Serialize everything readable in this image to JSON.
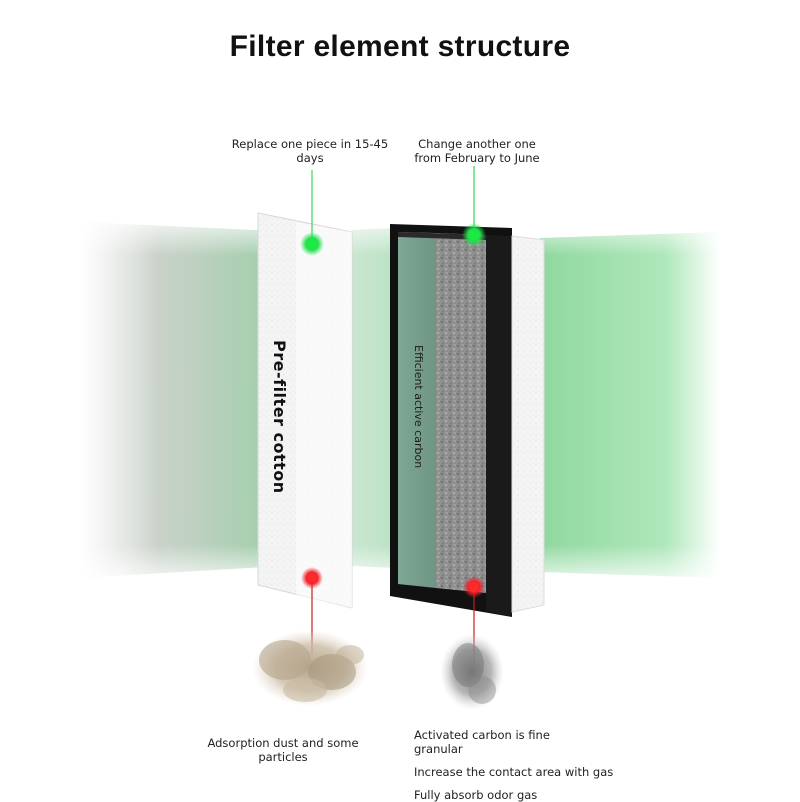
{
  "title": "Filter element structure",
  "callouts": {
    "prefilter_top": {
      "line1": "Replace one piece in 15-45",
      "line2": "days"
    },
    "carbon_top": {
      "line1": "Change another one",
      "line2": "from February to June"
    },
    "prefilter_bottom": {
      "line1": "Adsorption dust and some",
      "line2": "particles"
    },
    "carbon_bottom": {
      "line1": "Activated carbon is fine",
      "line2": "granular",
      "line3": "Increase the contact area with gas",
      "line4": "Fully absorb odor gas"
    }
  },
  "layers": {
    "prefilter": "Pre-filter cotton",
    "carbon": "Efficient active carbon"
  },
  "colors": {
    "green_dot": "#22e04a",
    "red_dot": "#f0202a",
    "green_line": "#3ad45a",
    "red_line": "#c81e1e",
    "airflow": "#5fc477",
    "frame": "#111111"
  }
}
